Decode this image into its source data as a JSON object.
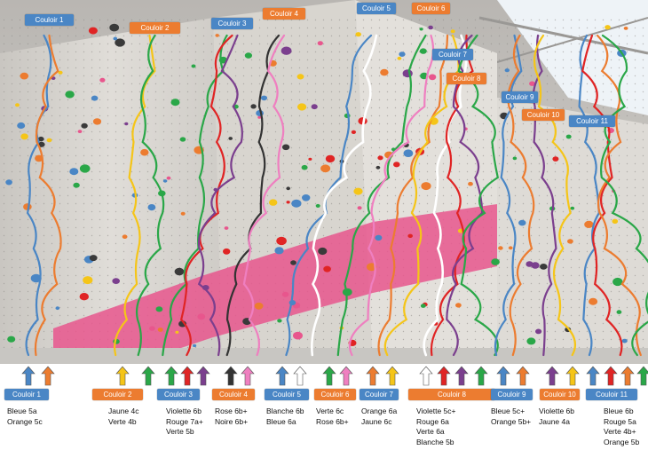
{
  "colors": {
    "blue": "#4a86c5",
    "orange": "#ec7c30",
    "pink": "#e8568d",
    "wall": "#dcd9d4"
  },
  "top_labels": [
    {
      "text": "Couloir 1",
      "color": "blue"
    },
    {
      "text": "Couloir 2",
      "color": "orange"
    },
    {
      "text": "Couloir 3",
      "color": "blue"
    },
    {
      "text": "Couloir 4",
      "color": "orange"
    },
    {
      "text": "Couloir 5",
      "color": "blue"
    },
    {
      "text": "Couloir 6",
      "color": "orange"
    },
    {
      "text": "Couloir 7",
      "color": "blue"
    },
    {
      "text": "Couloir 8",
      "color": "orange"
    },
    {
      "text": "Couloir 9",
      "color": "blue"
    },
    {
      "text": "Couloir 10",
      "color": "orange"
    },
    {
      "text": "Couloir 11",
      "color": "blue"
    }
  ],
  "lanes": [
    {
      "label": "Couloir 1",
      "color": "blue",
      "routes": [
        "Bleue 5a",
        "Orange 5c"
      ],
      "arrows": [
        "#4a86c5",
        "#ec7c30"
      ]
    },
    {
      "label": "Couloir 2",
      "color": "orange",
      "routes": [
        "Jaune 4c",
        "Verte 4b"
      ],
      "arrows": [
        "#f5c518",
        "#2aa748"
      ]
    },
    {
      "label": "Couloir 3",
      "color": "blue",
      "routes": [
        "Violette 6b",
        "Rouge 7a+",
        "Verte 5b"
      ],
      "arrows": [
        "#2aa748",
        "#e02424",
        "#7b3f8e"
      ]
    },
    {
      "label": "Couloir 4",
      "color": "orange",
      "routes": [
        "Rose 6b+",
        "Noire 6b+"
      ],
      "arrows": [
        "#333333",
        "#ef7fc0"
      ]
    },
    {
      "label": "Couloir 5",
      "color": "blue",
      "routes": [
        "Blanche 6b",
        "Bleue 6a"
      ],
      "arrows": [
        "#4a86c5",
        "#ffffff"
      ]
    },
    {
      "label": "Couloir 6",
      "color": "orange",
      "routes": [
        "Verte 6c",
        "Rose 6b+"
      ],
      "arrows": [
        "#2aa748",
        "#ef7fc0"
      ]
    },
    {
      "label": "Couloir 7",
      "color": "blue",
      "routes": [
        "Orange 6a",
        "Jaune 6c"
      ],
      "arrows": [
        "#ec7c30",
        "#f5c518"
      ]
    },
    {
      "label": "Couloir 8",
      "color": "orange",
      "routes": [
        "Violette 5c+",
        "Rouge 6a",
        "Verte 6a",
        "Blanche 5b"
      ],
      "arrows": [
        "#ffffff",
        "#e02424",
        "#7b3f8e",
        "#2aa748"
      ]
    },
    {
      "label": "Couloir 9",
      "color": "blue",
      "routes": [
        "Bleue 5c+",
        "Orange 5b+"
      ],
      "arrows": [
        "#4a86c5",
        "#ec7c30"
      ]
    },
    {
      "label": "Couloir 10",
      "color": "orange",
      "routes": [
        "Violette 6b",
        "Jaune 4a"
      ],
      "arrows": [
        "#7b3f8e",
        "#f5c518"
      ]
    },
    {
      "label": "Couloir 11",
      "color": "blue",
      "routes": [
        "Bleue 6b",
        "Rouge 5a",
        "Verte 4b+",
        "Orange 5b"
      ],
      "arrows": [
        "#4a86c5",
        "#e02424",
        "#ec7c30",
        "#2aa748"
      ]
    }
  ]
}
